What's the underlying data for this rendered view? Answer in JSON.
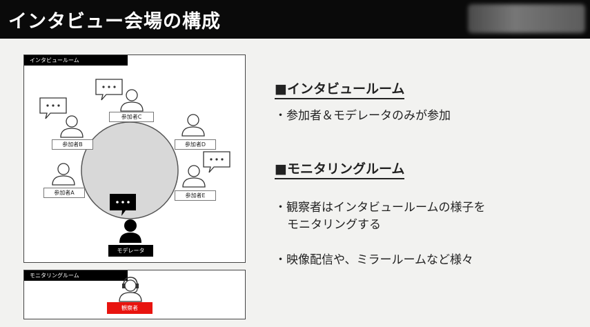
{
  "header": {
    "title": "インタビュー会場の構成"
  },
  "diagram": {
    "room_label": "インタビュールーム",
    "monitor_label": "モニタリングルーム",
    "participants": {
      "a": "参加者A",
      "b": "参加者B",
      "c": "参加者C",
      "d": "参加者D",
      "e": "参加者E"
    },
    "moderator": "モデレータ",
    "observer": "観察者",
    "observer_color": "#e8140f"
  },
  "sections": {
    "interview": {
      "title": "■インタビュールーム",
      "bullet1": "・参加者＆モデレータのみが参加"
    },
    "monitoring": {
      "title": "■モニタリングルーム",
      "bullet1_line1": "・観察者はインタビュールームの様子を",
      "bullet1_line2": "モニタリングする",
      "bullet2": "・映像配信や、ミラールームなど様々"
    }
  }
}
